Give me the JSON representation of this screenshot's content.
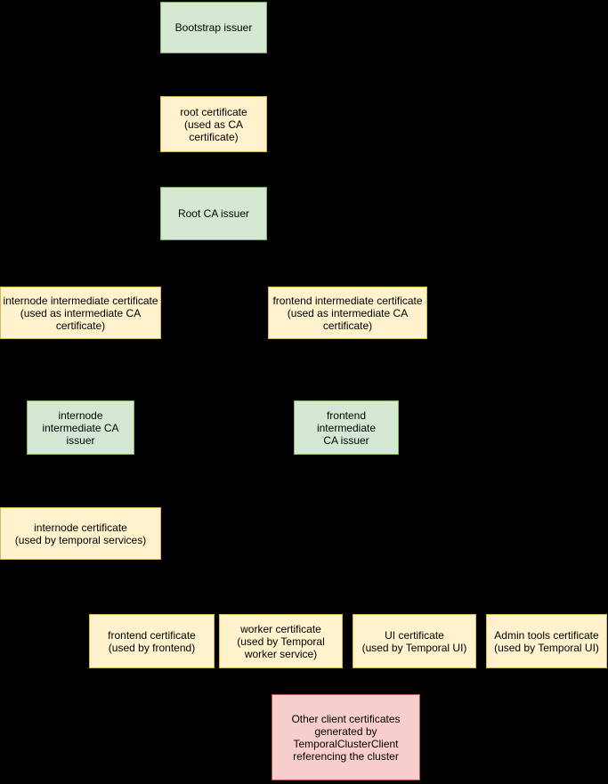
{
  "diagram": {
    "background_color": "#000000",
    "connector_color": "#000000",
    "text_color": "#000000",
    "palette": {
      "issuer_fill": "#d5e8d4",
      "issuer_border": "#82b366",
      "certificate_fill": "#fff2cc",
      "certificate_border": "#d6b656",
      "client_fill": "#f8cecc",
      "client_border": "#b85450"
    },
    "nodes": [
      {
        "id": "bootstrap-issuer",
        "kind": "issuer",
        "fill": "#d5e8d4",
        "border": "#82b366",
        "label": "Bootstrap issuer"
      },
      {
        "id": "root-certificate",
        "kind": "certificate",
        "fill": "#fff2cc",
        "border": "#d6b656",
        "label": "root certificate\n(used as CA\ncertificate)"
      },
      {
        "id": "root-ca-issuer",
        "kind": "issuer",
        "fill": "#d5e8d4",
        "border": "#82b366",
        "label": "Root CA issuer"
      },
      {
        "id": "internode-intermediate-certificate",
        "kind": "certificate",
        "fill": "#fff2cc",
        "border": "#d6b656",
        "label": "internode intermediate certificate\n(used as intermediate CA\ncertificate)"
      },
      {
        "id": "frontend-intermediate-certificate",
        "kind": "certificate",
        "fill": "#fff2cc",
        "border": "#d6b656",
        "label": "frontend intermediate certificate\n(used as intermediate CA\ncertificate)"
      },
      {
        "id": "internode-intermediate-ca-issuer",
        "kind": "issuer",
        "fill": "#d5e8d4",
        "border": "#82b366",
        "label": "internode\nintermediate CA\nissuer"
      },
      {
        "id": "frontend-intermediate-ca-issuer",
        "kind": "issuer",
        "fill": "#d5e8d4",
        "border": "#82b366",
        "label": "frontend intermediate\nCA issuer"
      },
      {
        "id": "internode-certificate",
        "kind": "certificate",
        "fill": "#fff2cc",
        "border": "#d6b656",
        "label": "internode certificate\n(used by temporal services)"
      },
      {
        "id": "frontend-certificate",
        "kind": "certificate",
        "fill": "#fff2cc",
        "border": "#d6b656",
        "label": "frontend certificate\n(used by frontend)"
      },
      {
        "id": "worker-certificate",
        "kind": "certificate",
        "fill": "#fff2cc",
        "border": "#d6b656",
        "label": "worker certificate\n(used by Temporal\nworker service)"
      },
      {
        "id": "ui-certificate",
        "kind": "certificate",
        "fill": "#fff2cc",
        "border": "#d6b656",
        "label": "UI certificate\n(used by Temporal UI)"
      },
      {
        "id": "admin-tools-certificate",
        "kind": "certificate",
        "fill": "#fff2cc",
        "border": "#d6b656",
        "label": "Admin tools certificate\n(used by Temporal UI)"
      },
      {
        "id": "other-client-certificates",
        "kind": "client-certificate",
        "fill": "#f8cecc",
        "border": "#b85450",
        "label": "Other client certificates\ngenerated by\nTemporalClusterClient\nreferencing the cluster"
      }
    ],
    "edges": [
      {
        "from": "bootstrap-issuer",
        "to": "root-certificate"
      },
      {
        "from": "root-certificate",
        "to": "root-ca-issuer"
      },
      {
        "from": "root-ca-issuer",
        "to": "internode-intermediate-certificate"
      },
      {
        "from": "root-ca-issuer",
        "to": "frontend-intermediate-certificate"
      },
      {
        "from": "internode-intermediate-certificate",
        "to": "internode-intermediate-ca-issuer"
      },
      {
        "from": "frontend-intermediate-certificate",
        "to": "frontend-intermediate-ca-issuer"
      },
      {
        "from": "internode-intermediate-ca-issuer",
        "to": "internode-certificate"
      },
      {
        "from": "frontend-intermediate-ca-issuer",
        "to": "frontend-certificate"
      },
      {
        "from": "frontend-intermediate-ca-issuer",
        "to": "worker-certificate"
      },
      {
        "from": "frontend-intermediate-ca-issuer",
        "to": "ui-certificate"
      },
      {
        "from": "frontend-intermediate-ca-issuer",
        "to": "admin-tools-certificate"
      },
      {
        "from": "frontend-intermediate-ca-issuer",
        "to": "other-client-certificates"
      }
    ]
  }
}
